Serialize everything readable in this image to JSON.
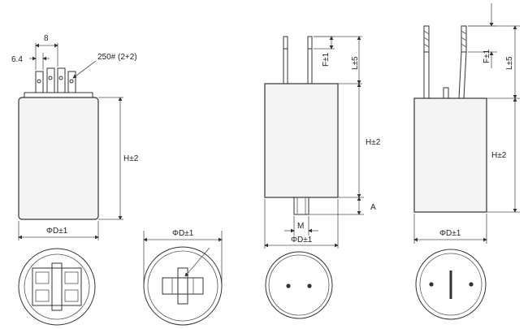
{
  "view1": {
    "dim_pitch": "8",
    "dim_tab": "6.4",
    "terminal_label": "250# (2+2)",
    "height_label": "H±2",
    "diameter_label": "ΦD±1"
  },
  "view2": {
    "diameter_label": "ΦD±1"
  },
  "view3": {
    "f_label": "F±1",
    "l_label": "L±5",
    "height_label": "H±2",
    "a_label": "A",
    "m_label": "M",
    "diameter_label": "ΦD±1"
  },
  "view4": {
    "f_label": "F±1",
    "l_label": "L±5",
    "height_label": "H±2",
    "diameter_label": "ΦD±1"
  }
}
